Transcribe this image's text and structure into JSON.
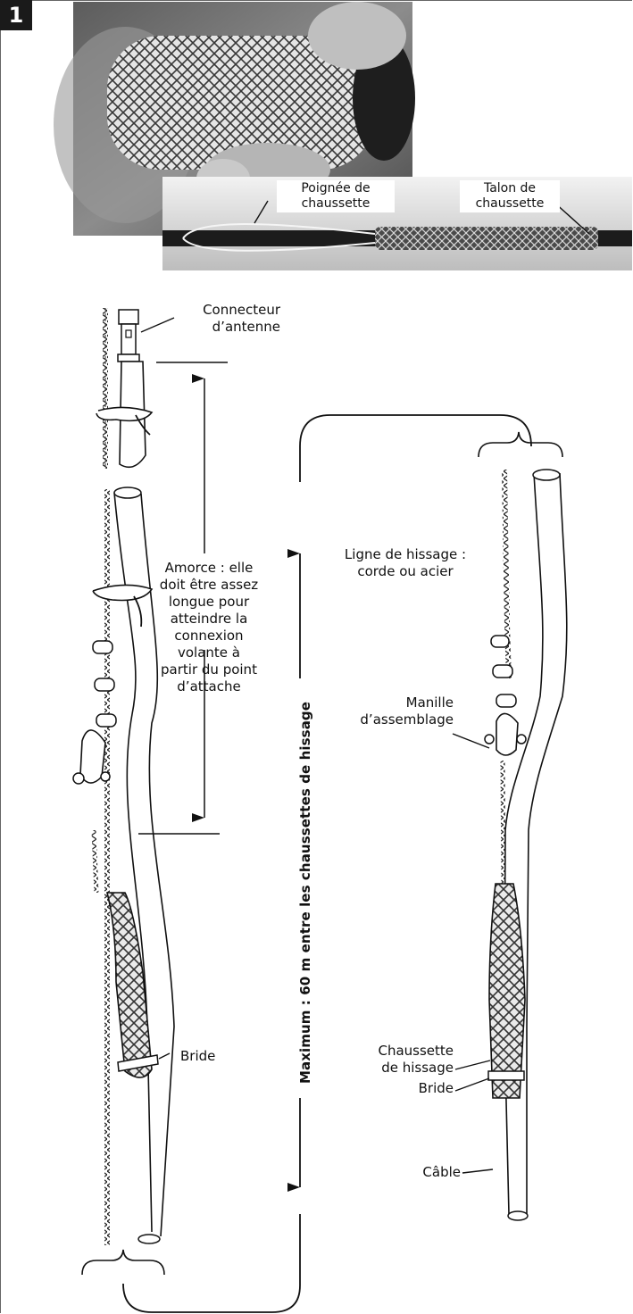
{
  "step_number": "1",
  "photo": {
    "label_handle": "Poignée de\nchaussette",
    "label_heel": "Talon de\nchaussette"
  },
  "left_assembly": {
    "connector_label": "Connecteur\nd’antenne",
    "pigtail_label": "Amorce : elle\ndoit être assez\nlongue pour\natteindre la\nconnexion\nvolante à\npartir du point\nd’attache",
    "clamp_label": "Bride"
  },
  "span_label": "Maximum : 60 m entre les chaussettes de hissage",
  "right_assembly": {
    "hoist_line_label": "Ligne de hissage :\ncorde ou acier",
    "shackle_label": "Manille\nd’assemblage",
    "grip_label": "Chaussette\nde hissage",
    "clamp_label": "Bride",
    "cable_label": "Câble"
  }
}
